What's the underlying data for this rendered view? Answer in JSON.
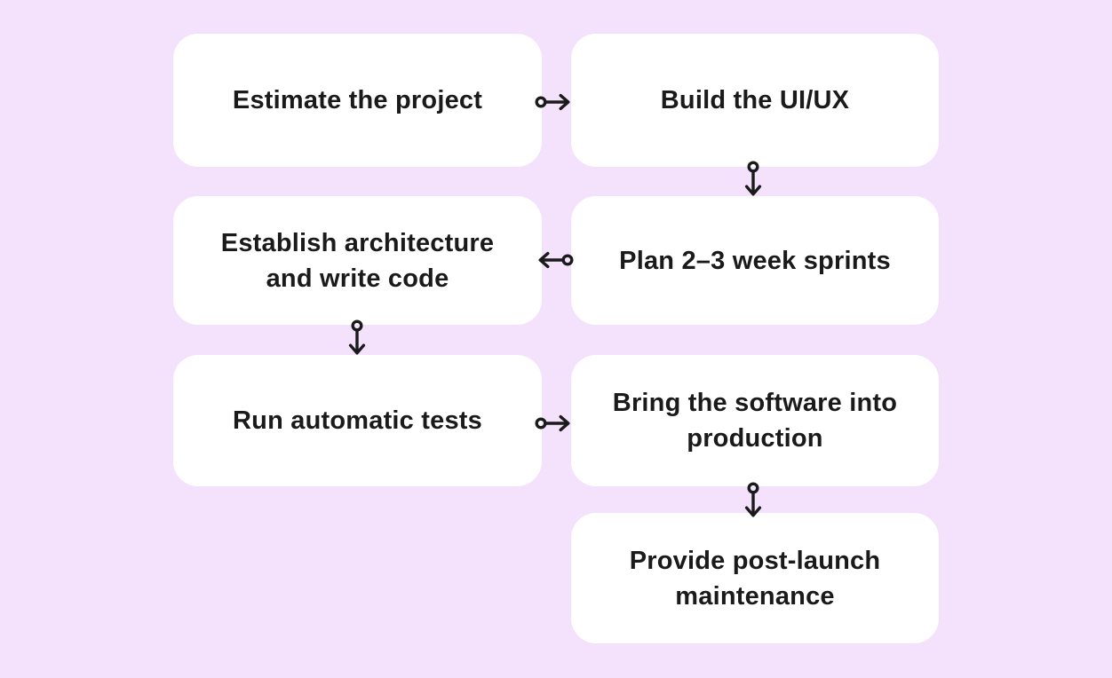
{
  "theme": {
    "background_color": "#F4E1FB",
    "card_color": "#FFFFFF",
    "text_color": "#1A1A1A",
    "arrow_color": "#1A1A1A"
  },
  "flowchart": {
    "steps": [
      {
        "id": 1,
        "label": "Estimate the project"
      },
      {
        "id": 2,
        "label": "Build the UI/UX"
      },
      {
        "id": 3,
        "label": "Establish architecture\nand write code"
      },
      {
        "id": 4,
        "label": "Plan 2–3 week sprints"
      },
      {
        "id": 5,
        "label": "Run automatic tests"
      },
      {
        "id": 6,
        "label": "Bring the software into\nproduction"
      },
      {
        "id": 7,
        "label": "Provide post-launch\nmaintenance"
      }
    ],
    "connections": [
      {
        "from": 1,
        "to": 2,
        "direction": "right"
      },
      {
        "from": 2,
        "to": 4,
        "direction": "down"
      },
      {
        "from": 4,
        "to": 3,
        "direction": "left"
      },
      {
        "from": 3,
        "to": 5,
        "direction": "down"
      },
      {
        "from": 5,
        "to": 6,
        "direction": "right"
      },
      {
        "from": 6,
        "to": 7,
        "direction": "down"
      }
    ]
  }
}
